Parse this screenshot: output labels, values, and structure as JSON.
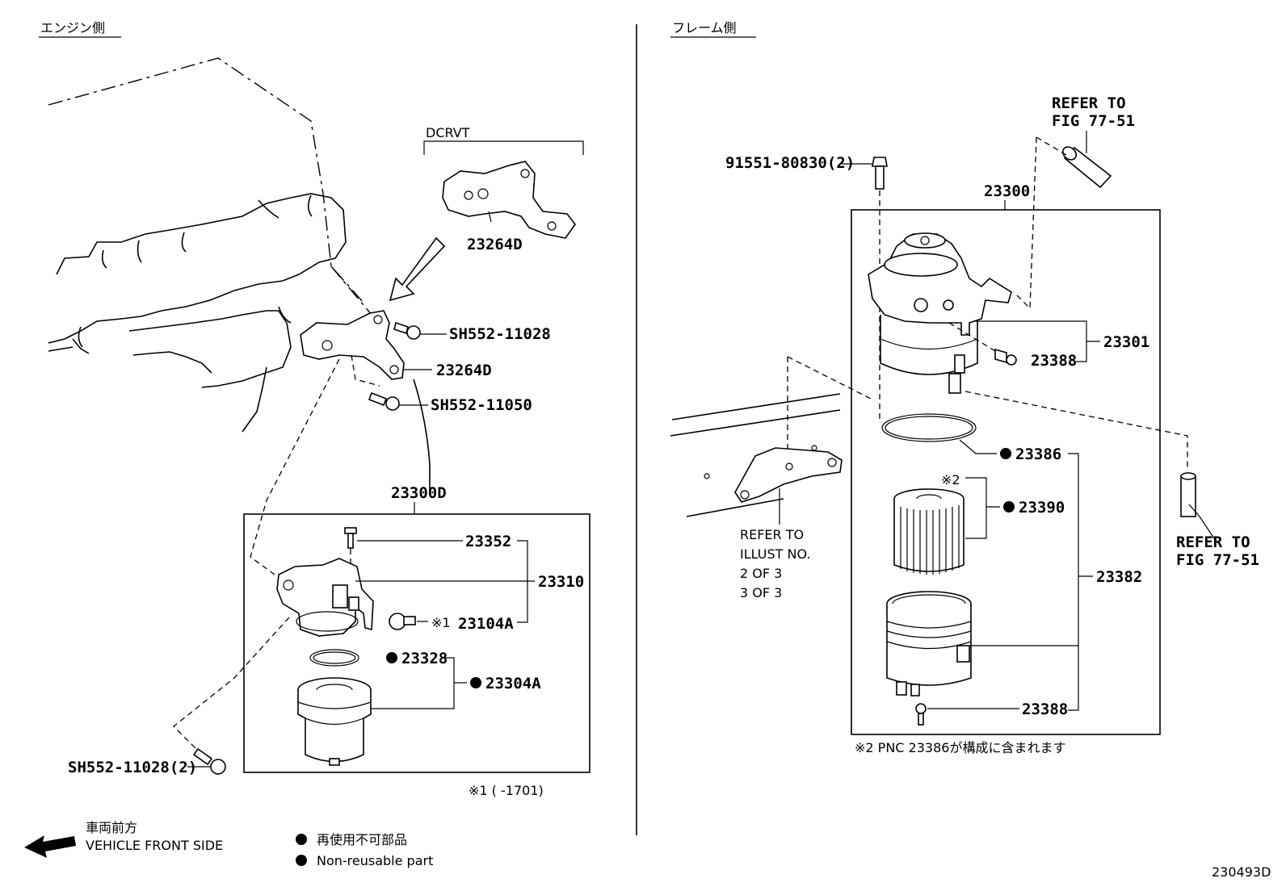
{
  "headers": {
    "engine_side": "エンジン側",
    "frame_side": "フレーム側"
  },
  "engine": {
    "dcrvt": "DCRVT",
    "p_23264d_top": "23264D",
    "p_sh552_11028": "SH552-11028",
    "p_23264d": "23264D",
    "p_sh552_11050": "SH552-11050",
    "p_23300d": "23300D",
    "p_23352": "23352",
    "p_23310": "23310",
    "mark_1": "※1",
    "p_23104a": "23104A",
    "p_23328": "23328",
    "p_23304a": "23304A",
    "p_sh552_11028_2": "SH552-11028(2)",
    "note_1": "※1 (      -1701)"
  },
  "frame": {
    "p_91551": "91551-80830(2)",
    "refer_top_1": "REFER TO",
    "refer_top_2": "FIG 77-51",
    "p_23300": "23300",
    "p_23301": "23301",
    "p_23388_a": "23388",
    "p_23386": "23386",
    "mark_2": "※2",
    "p_23390": "23390",
    "p_23382": "23382",
    "p_23388_b": "23388",
    "refer_left_1": "REFER TO",
    "refer_left_2": "ILLUST NO.",
    "refer_left_3": "2 OF 3",
    "refer_left_4": "3 OF 3",
    "refer_right_1": "REFER TO",
    "refer_right_2": "FIG 77-51",
    "note_2": "※2 PNC 23386が構成に含まれます"
  },
  "legend": {
    "front_jp": "車両前方",
    "front_en": "VEHICLE FRONT SIDE",
    "nonreuse_jp": "再使用不可部品",
    "nonreuse_en": "Non-reusable part"
  },
  "figure_id": "230493D"
}
